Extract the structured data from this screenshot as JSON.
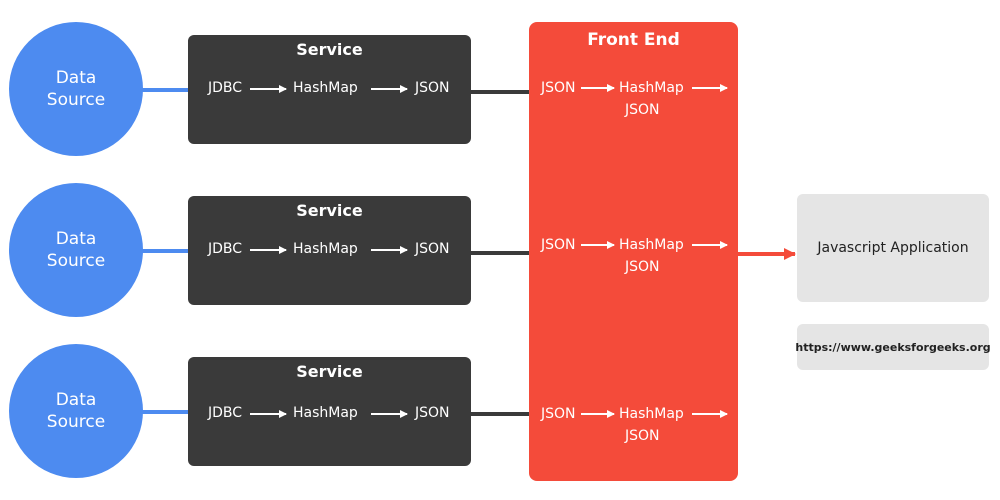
{
  "sources": [
    {
      "line1": "Data",
      "line2": "Source"
    },
    {
      "line1": "Data",
      "line2": "Source"
    },
    {
      "line1": "Data",
      "line2": "Source"
    }
  ],
  "services": [
    {
      "title": "Service",
      "step1": "JDBC",
      "step2": "HashMap",
      "step3": "JSON"
    },
    {
      "title": "Service",
      "step1": "JDBC",
      "step2": "HashMap",
      "step3": "JSON"
    },
    {
      "title": "Service",
      "step1": "JDBC",
      "step2": "HashMap",
      "step3": "JSON"
    }
  ],
  "front_end": {
    "title": "Front End",
    "rows": [
      {
        "input": "JSON",
        "map": "HashMap",
        "output": "JSON"
      },
      {
        "input": "JSON",
        "map": "HashMap",
        "output": "JSON"
      },
      {
        "input": "JSON",
        "map": "HashMap",
        "output": "JSON"
      }
    ]
  },
  "app": {
    "label": "Javascript Application"
  },
  "watermark": {
    "url": "https://www.geeksforgeeks.org"
  },
  "colors": {
    "source": "#4d8bf0",
    "service": "#3a3a3a",
    "front_end": "#f44b3a",
    "app": "#e5e5e5",
    "arrow": "#ffffff"
  }
}
